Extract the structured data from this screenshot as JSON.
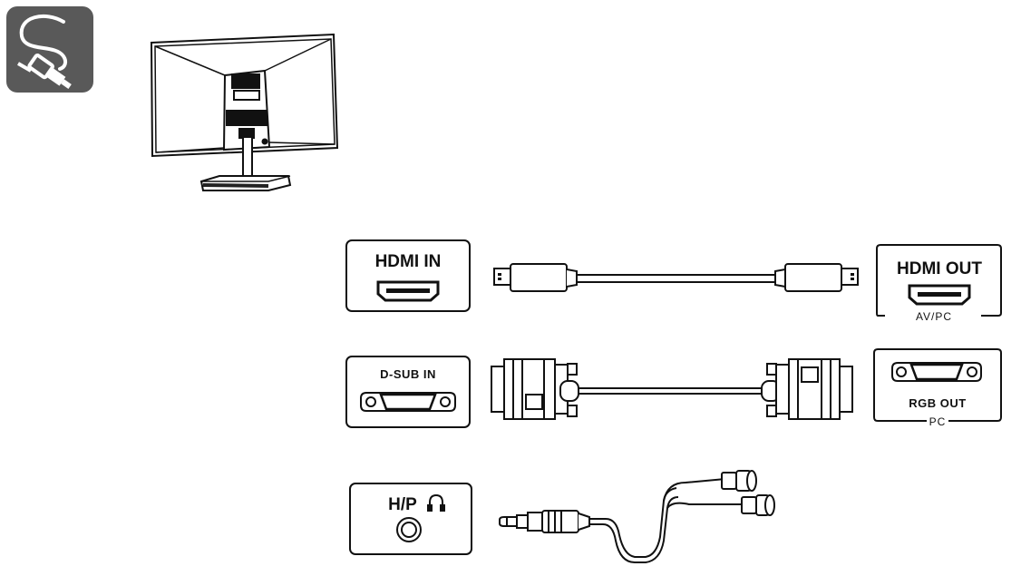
{
  "hdmi_row": {
    "in_label": "HDMI IN",
    "out_label": "HDMI OUT",
    "out_sub": "AV/PC"
  },
  "dsub_row": {
    "in_label": "D-SUB IN",
    "out_label": "RGB OUT",
    "out_sub": "PC"
  },
  "hp_row": {
    "label": "H/P"
  },
  "icons": {
    "badge": "cable-plug-icon",
    "headphone": "headphone-icon"
  },
  "colors": {
    "badge_bg": "#595959",
    "stroke": "#111111"
  }
}
